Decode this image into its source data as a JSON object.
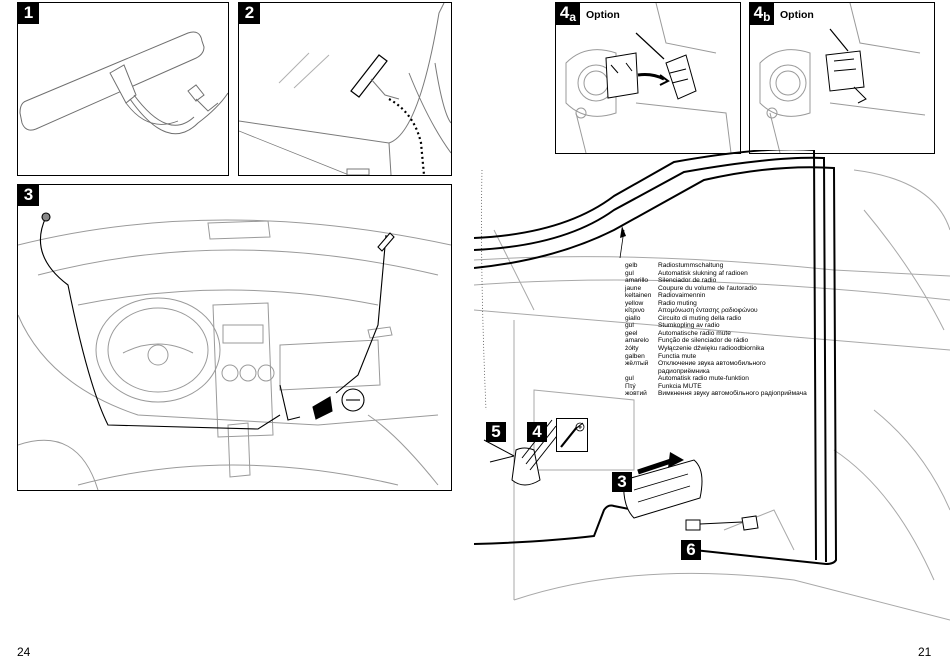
{
  "left_page": {
    "page_number": "24",
    "panels": [
      {
        "step": "1"
      },
      {
        "step": "2"
      },
      {
        "step": "3"
      }
    ]
  },
  "right_page": {
    "page_number": "21",
    "option_panels": [
      {
        "step": "4",
        "sub": "a",
        "label": "Option"
      },
      {
        "step": "4",
        "sub": "b",
        "label": "Option"
      }
    ],
    "callouts": [
      "5",
      "4",
      "3",
      "6"
    ],
    "wire_colors": [
      {
        "color": "gelb",
        "function": "Radiostummschaltung"
      },
      {
        "color": "gul",
        "function": "Automatisk slukning af radioen"
      },
      {
        "color": "amarillo",
        "function": "Silenciador de radio"
      },
      {
        "color": "jaune",
        "function": "Coupure du volume de l'autoradio"
      },
      {
        "color": "keltainen",
        "function": "Radiovaimennin"
      },
      {
        "color": "yellow",
        "function": "Radio muting"
      },
      {
        "color": "κίτρινο",
        "function": "Απομόνωση έντασης ραδιοφώνου"
      },
      {
        "color": "giallo",
        "function": "Circuito di muting della radio"
      },
      {
        "color": "gul",
        "function": "Stumkopling av radio"
      },
      {
        "color": "geel",
        "function": "Automatische radio mute"
      },
      {
        "color": "amarelo",
        "function": "Função de silenciador de rádio"
      },
      {
        "color": "żółty",
        "function": "Wyłączenie dźwięku radioodbiornika"
      },
      {
        "color": "galben",
        "function": "Functia mute"
      },
      {
        "color": "жёлтый",
        "function": "Отключение звука автомобильного"
      },
      {
        "color": "",
        "function": "радиоприёмника"
      },
      {
        "color": "gul",
        "function": "Automatisk radio mute-funktion"
      },
      {
        "color": "Πτý",
        "function": "Funkcia MUTE"
      },
      {
        "color": "жовтий",
        "function": "Вимкнення звуку автомобільного радіоприймача"
      }
    ]
  },
  "colors": {
    "ink": "#000000",
    "line_gray": "#9a9a9a",
    "paper": "#ffffff"
  }
}
